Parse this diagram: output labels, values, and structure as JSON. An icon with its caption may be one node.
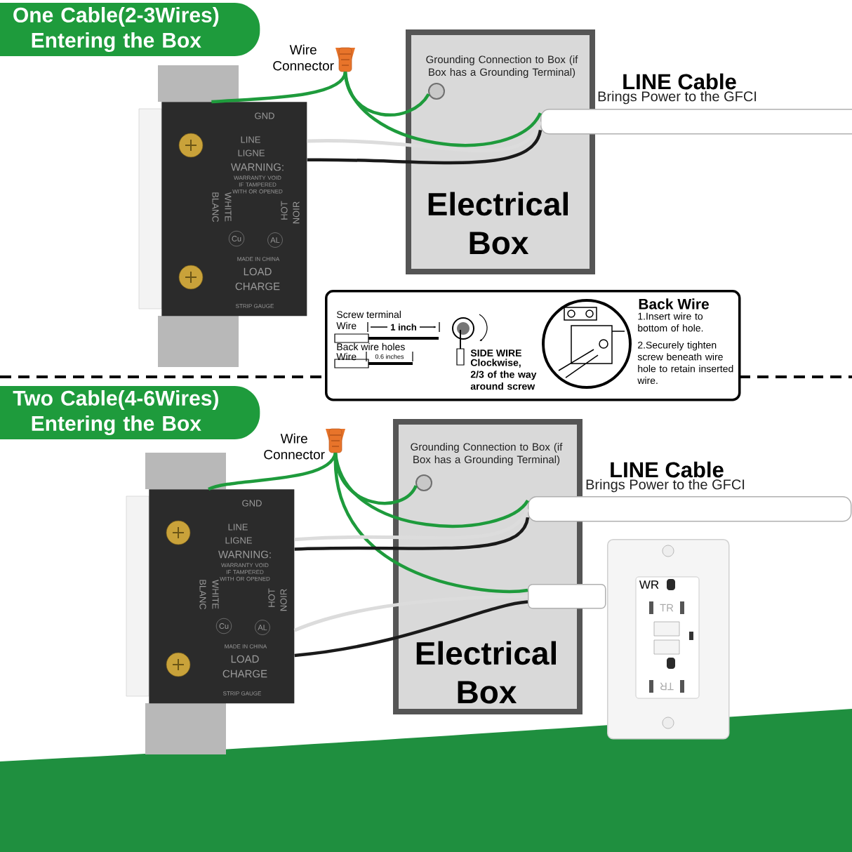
{
  "diagram": {
    "nodes": [
      {
        "text": [
          "One Cable(2-3Wires) Entering the Box"
        ]
      },
      {
        "text": [],
        "shape": "picture"
      },
      {
        "text": [],
        "shape": "picture",
        "beside": [
          "Wire Connector"
        ]
      },
      {
        "text": [
          "Grounding Connection to Box (if Box has a Grounding Terminal)",
          "Electrical Box"
        ]
      },
      {
        "text": [
          "LINE Cable",
          "Brings Power to the GFCI"
        ]
      },
      {
        "text": [],
        "shape": "circle",
        "in": 3
      },
      {
        "text": [
          "Screw terminal",
          "Wire",
          "1 inch",
          "Back wire holes",
          "Wire",
          "0.6 inches",
          "SIDE WIRE",
          "Clockwise, 2/3 of the way around screw",
          "Back Wire",
          "1.Insert wire to bottom of hole.",
          "2.Securely tighten screw beneath wire hole to retain inserted wire."
        ]
      },
      {
        "text": [
          "Two Cable(4-6Wires) Entering the Box"
        ]
      },
      {
        "text": [],
        "shape": "picture"
      },
      {
        "text": [],
        "shape": "picture",
        "beside": [
          "Wire Connector"
        ]
      },
      {
        "text": [
          "Grounding Connection to Box (if Box has a Grounding Terminal)",
          "Electrical Box"
        ]
      },
      {
        "text": [],
        "shape": "circle",
        "in": 10
      },
      {
        "text": [
          "LINE Cable",
          "Brings Power to the GFCI"
        ]
      },
      {
        "text": [],
        "shape": "bar"
      },
      {
        "text": [
          "WR",
          "TR",
          "TR"
        ]
      }
    ],
    "edges": [
      {
        "from": 1,
        "to": 2,
        "arrow": "none",
        "color": "#1e9b3c"
      },
      {
        "from": 2,
        "to": 5,
        "arrow": "none",
        "color": "#1e9b3c"
      },
      {
        "from": 2,
        "to": 4,
        "arrow": "none",
        "color": "#1e9b3c"
      },
      {
        "from": 1,
        "to": 4,
        "arrow": "none",
        "color": "#dcdcdc"
      },
      {
        "from": 1,
        "to": 4,
        "arrow": "none",
        "color": "#1a1a1a"
      },
      {
        "from": 8,
        "to": 9,
        "arrow": "none",
        "color": "#1e9b3c"
      },
      {
        "from": 9,
        "to": 11,
        "arrow": "none",
        "color": "#1e9b3c"
      },
      {
        "from": 9,
        "to": 12,
        "arrow": "none",
        "color": "#1e9b3c"
      },
      {
        "from": 9,
        "to": 13,
        "arrow": "none",
        "color": "#1e9b3c"
      },
      {
        "from": 8,
        "to": 12,
        "arrow": "none",
        "color": "#dcdcdc"
      },
      {
        "from": 8,
        "to": 12,
        "arrow": "none",
        "color": "#1a1a1a"
      },
      {
        "from": 8,
        "to": 13,
        "arrow": "none",
        "color": "#dcdcdc"
      },
      {
        "from": 8,
        "to": 13,
        "arrow": "none",
        "color": "#1a1a1a"
      }
    ],
    "labels": [
      "GND",
      "LINE",
      "LIGNE",
      "WARNING:",
      "WARRANTY VOID IF TAMPERED WITH OR OPENED",
      "WHITE",
      "BLANC",
      "HOT",
      "NOIR",
      "Cu",
      "AL",
      "MADE IN CHINA",
      "LOAD",
      "CHARGE",
      "STRIP GAUGE",
      "GND",
      "LINE",
      "LIGNE",
      "WARNING:",
      "WARRANTY VOID IF TAMPERED WITH OR OPENED",
      "WHITE",
      "BLANC",
      "HOT",
      "NOIR",
      "Cu",
      "AL",
      "MADE IN CHINA",
      "LOAD",
      "CHARGE",
      "STRIP GAUGE"
    ]
  }
}
